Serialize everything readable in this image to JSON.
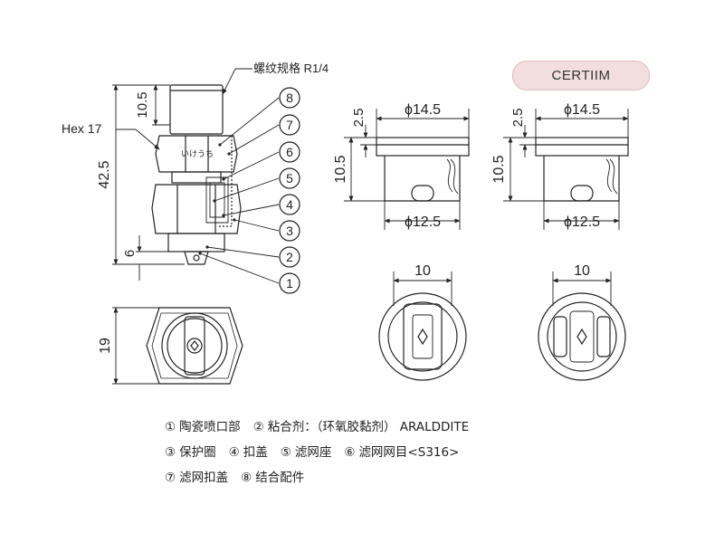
{
  "badge": "CERTIIM",
  "labels": {
    "thread_spec": "螺纹规格 R1/4",
    "hex": "Hex 17",
    "dim_10_5": "10.5",
    "dim_42_5": "42.5",
    "dim_6": "6",
    "dim_19": "19",
    "dim_2_5": "2.5",
    "dim_phi_14_5": "ϕ14.5",
    "dim_phi_12_5": "ϕ12.5",
    "dim_10": "10",
    "stamp": "いけうち"
  },
  "callouts": [
    "8",
    "7",
    "6",
    "5",
    "4",
    "3",
    "2",
    "1"
  ],
  "legend": [
    [
      {
        "num": "①",
        "text": "陶瓷喷口部"
      },
      {
        "num": "②",
        "text": "粘合剂：（环氧胶黏剂） ARALDDITE"
      }
    ],
    [
      {
        "num": "③",
        "text": "保护圈"
      },
      {
        "num": "④",
        "text": "扣盖"
      },
      {
        "num": "⑤",
        "text": "滤网座"
      },
      {
        "num": "⑥",
        "text": "滤网网目<S316>"
      }
    ],
    [
      {
        "num": "⑦",
        "text": "滤网扣盖"
      },
      {
        "num": "⑧",
        "text": "结合配件"
      }
    ]
  ]
}
